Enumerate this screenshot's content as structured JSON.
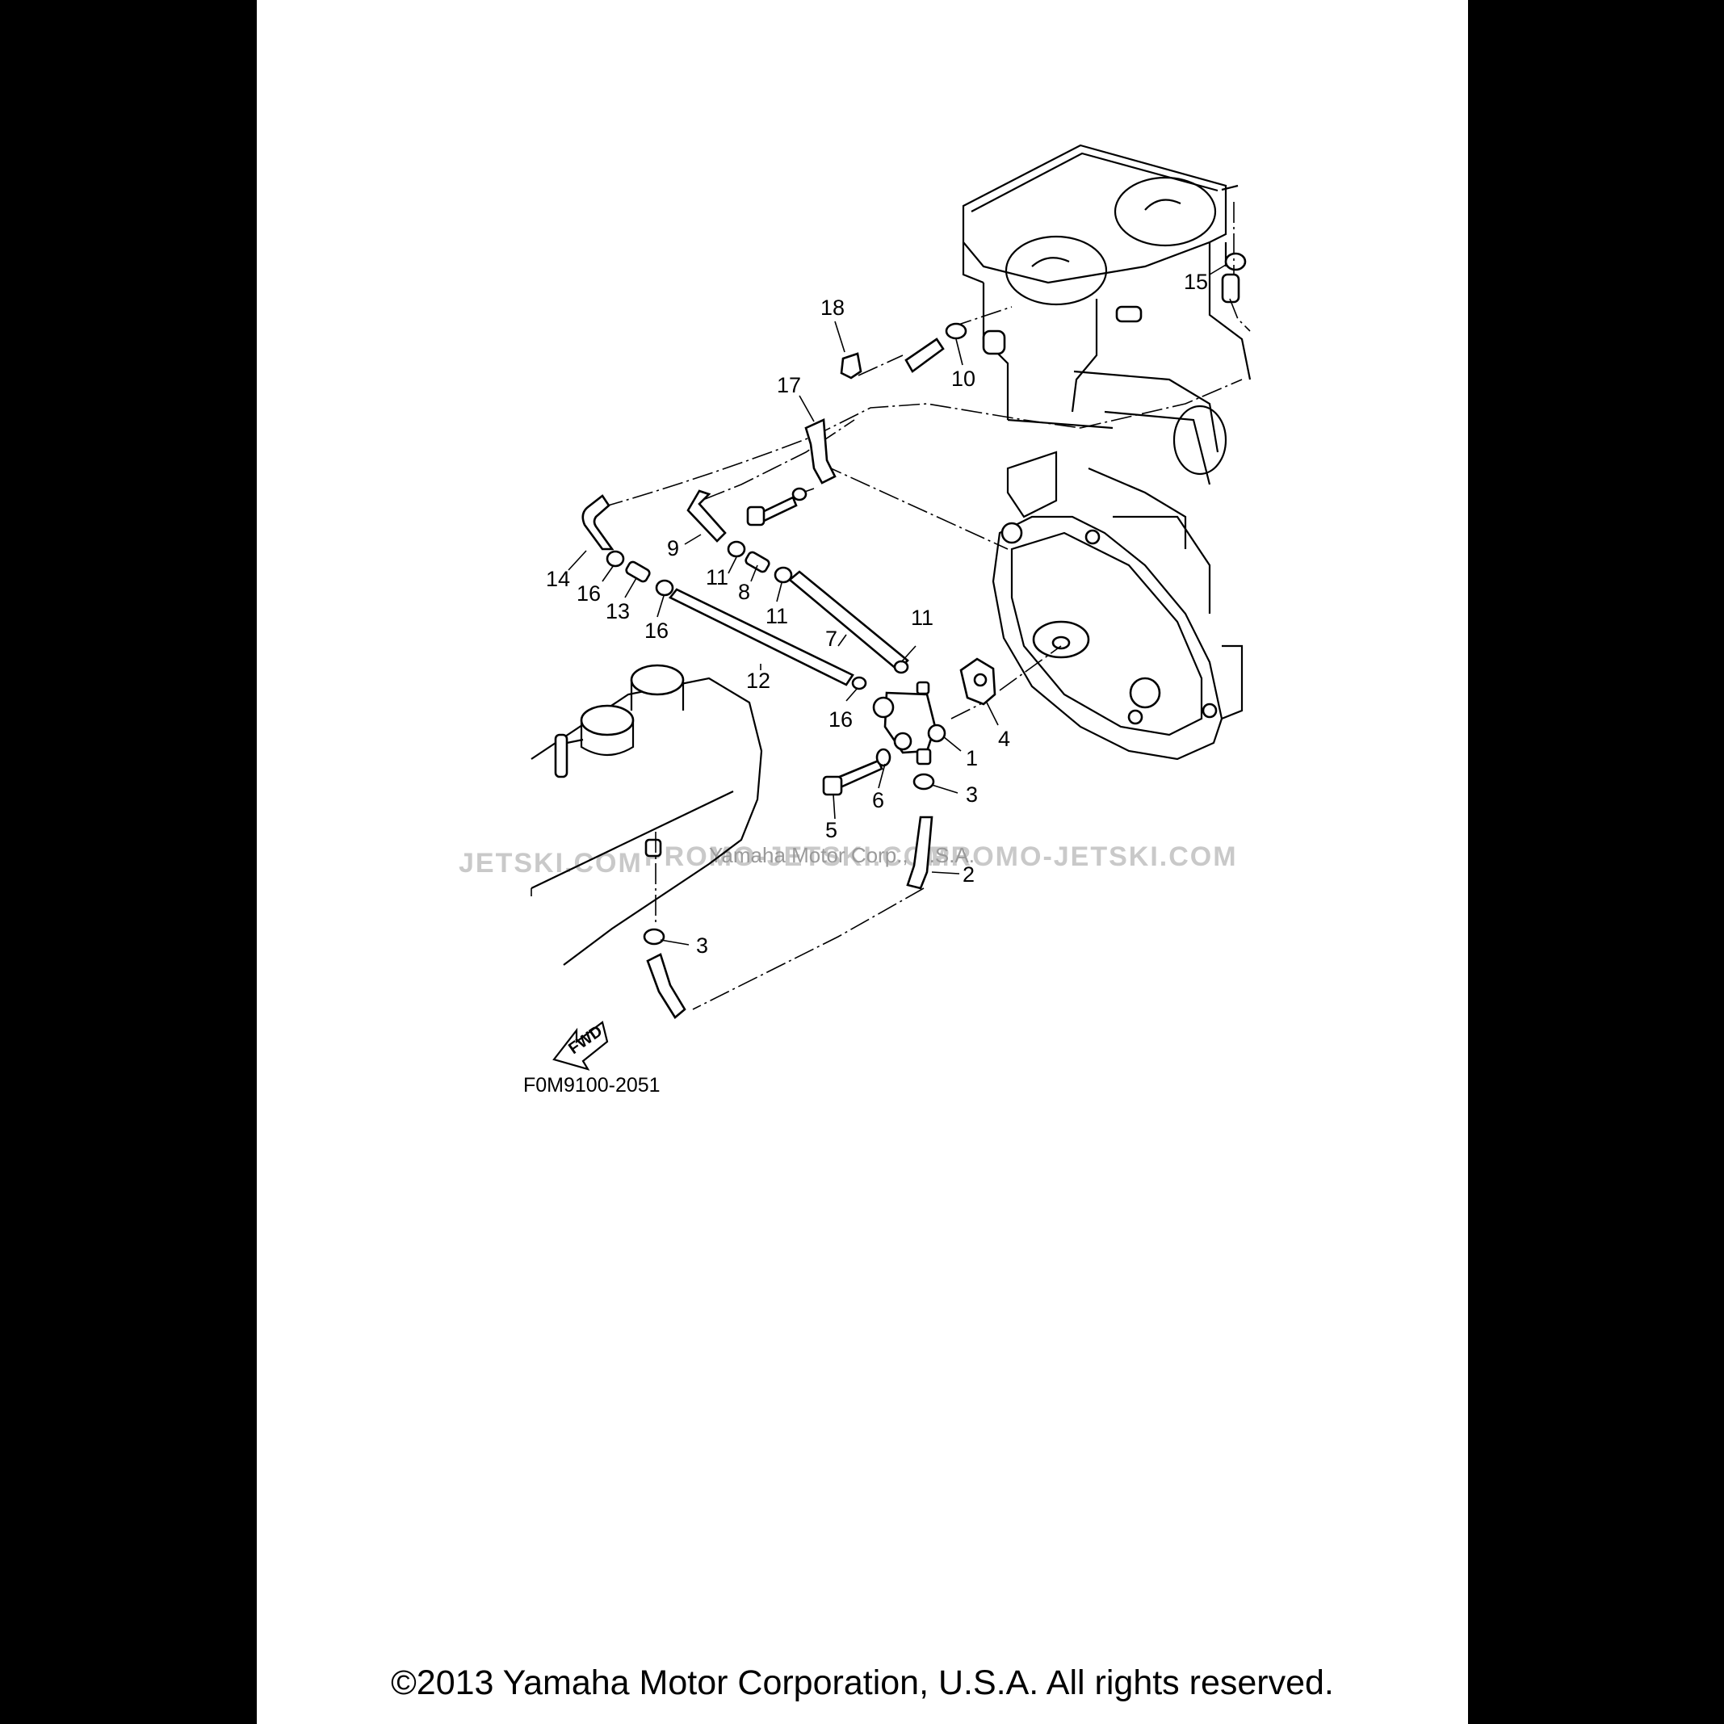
{
  "diagram": {
    "code": "F0M9100-2051",
    "fwd_label": "FWD",
    "watermarks": [
      "JETSKI.COM",
      "PROMO-JETSKI.COM",
      "PROMO-JETSKI.COM"
    ],
    "watermark_small": "Yamaha Motor Corp., U.S.A."
  },
  "callouts": {
    "c1": "1",
    "c2": "2",
    "c3a": "3",
    "c3b": "3",
    "c4": "4",
    "c5": "5",
    "c6": "6",
    "c7": "7",
    "c8": "8",
    "c9": "9",
    "c10": "10",
    "c11a": "11",
    "c11b": "11",
    "c11c": "11",
    "c12": "12",
    "c13": "13",
    "c14": "14",
    "c15": "15",
    "c16a": "16",
    "c16b": "16",
    "c16c": "16",
    "c17": "17",
    "c18": "18"
  },
  "footer": {
    "copyright": "©2013 Yamaha Motor Corporation, U.S.A. All rights reserved."
  }
}
